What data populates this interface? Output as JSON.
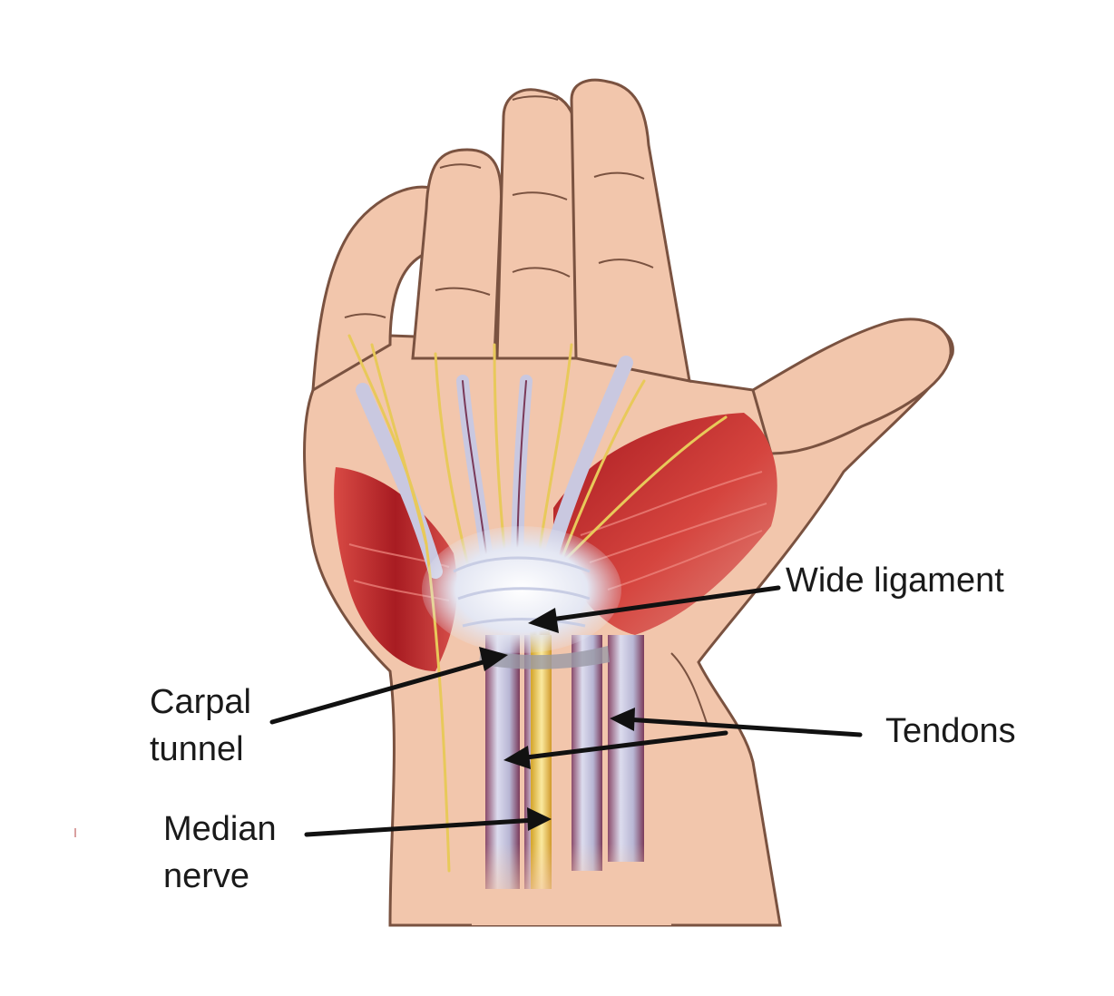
{
  "labels": {
    "wide_ligament": "Wide ligament",
    "carpal_tunnel_line1": "Carpal",
    "carpal_tunnel_line2": "tunnel",
    "tendons": "Tendons",
    "median_nerve_line1": "Median",
    "median_nerve_line2": "nerve"
  },
  "colors": {
    "skin": "#f2c6ac",
    "skin_shadow": "#e4ad92",
    "outline": "#7a5240",
    "muscle": "#b8242a",
    "muscle_light": "#e0605a",
    "ligament": "#eef0f8",
    "tendon": "#c9c8e0",
    "tendon_edge": "#7a3a5a",
    "nerve": "#f0d060",
    "arrow": "#111111"
  }
}
